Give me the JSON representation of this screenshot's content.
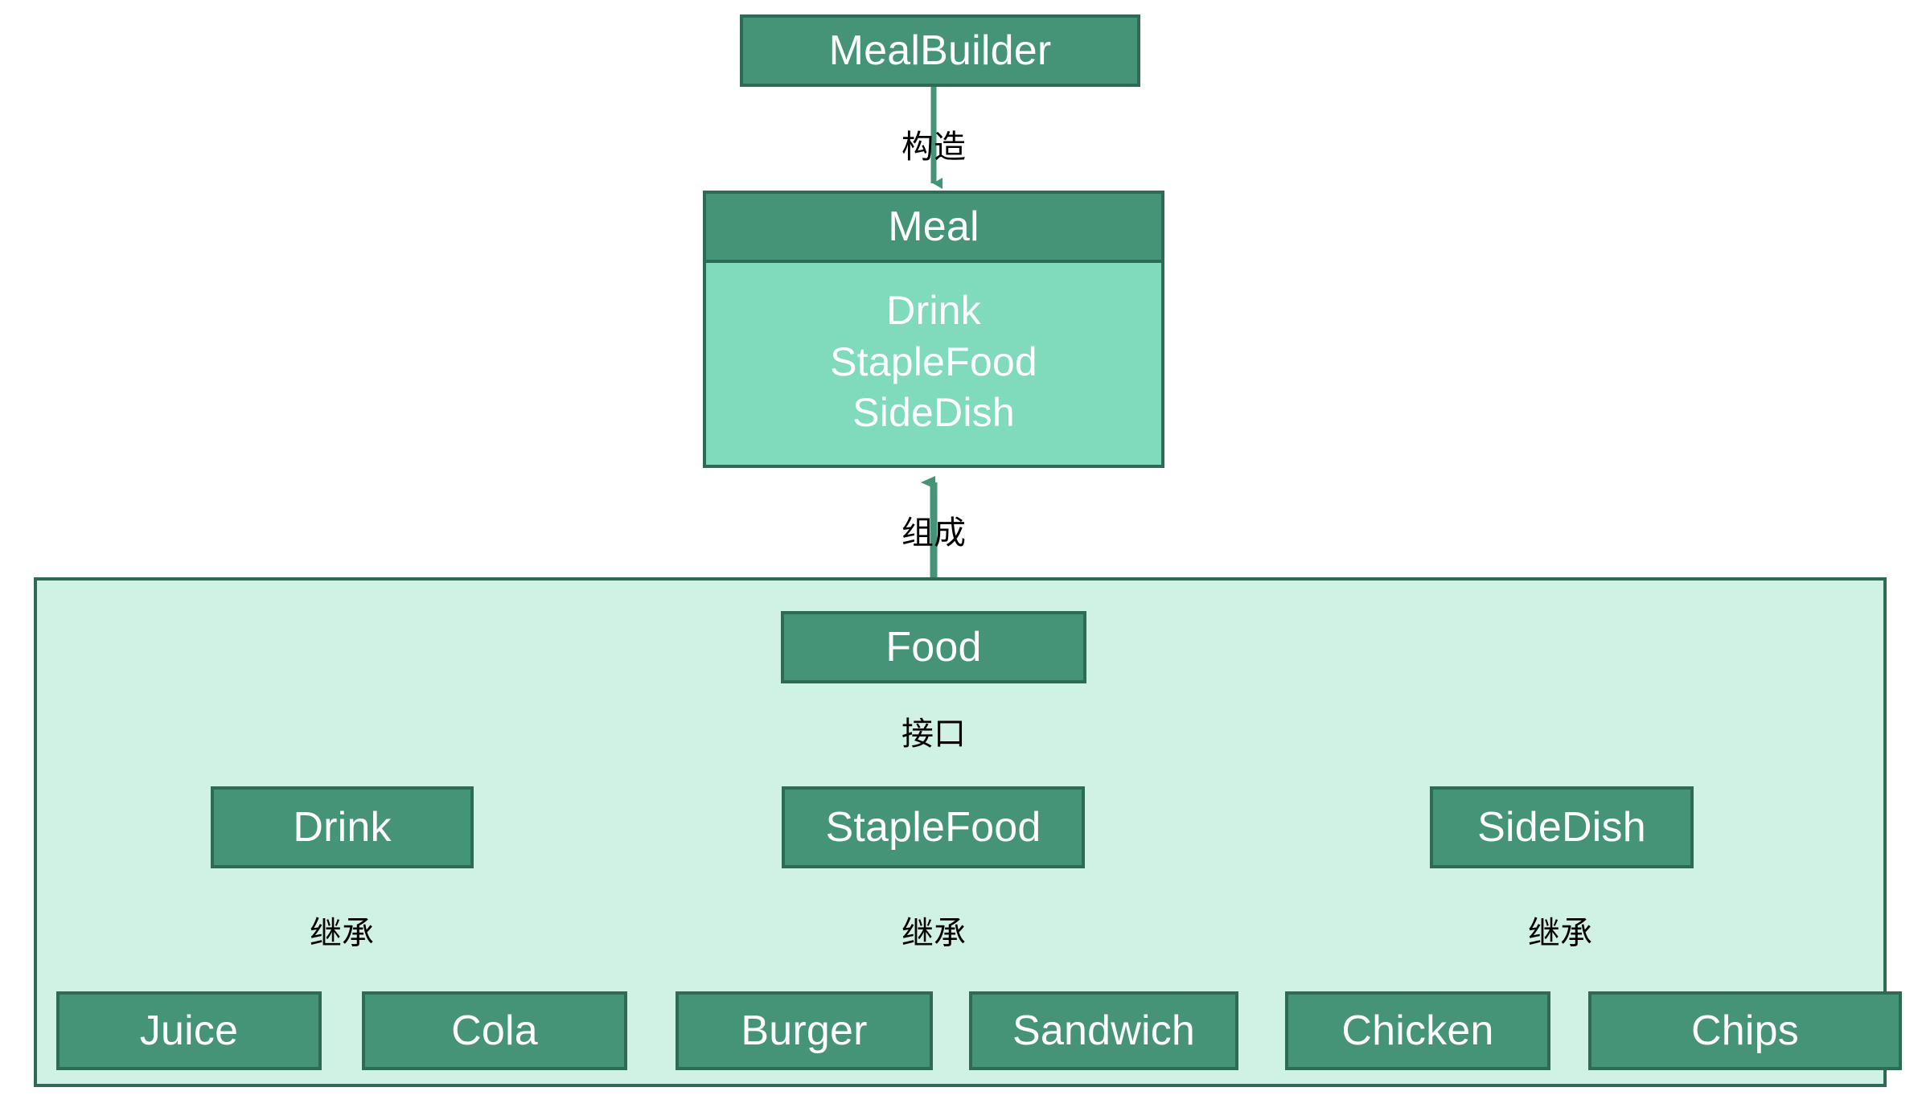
{
  "diagram": {
    "title_node": "MealBuilder",
    "colors": {
      "node_fill": "#459478",
      "node_border": "#2E6B55",
      "composite_body_fill": "#7FDBBC",
      "group_fill": "#D0F2E4",
      "inherit_line": "#8FBC55",
      "compose_line": "#459478",
      "node_text": "#FFFFFF",
      "label_text": "#000000",
      "background": "#FFFFFF"
    },
    "nodes": {
      "builder": {
        "label": "MealBuilder"
      },
      "meal": {
        "label": "Meal",
        "attributes": [
          "Drink",
          "StapleFood",
          "SideDish"
        ]
      },
      "food": {
        "label": "Food"
      },
      "interfaces": [
        {
          "label": "Drink"
        },
        {
          "label": "StapleFood"
        },
        {
          "label": "SideDish"
        }
      ],
      "implementations": [
        {
          "label": "Juice",
          "parent": "Drink"
        },
        {
          "label": "Cola",
          "parent": "Drink"
        },
        {
          "label": "Burger",
          "parent": "StapleFood"
        },
        {
          "label": "Sandwich",
          "parent": "StapleFood"
        },
        {
          "label": "Chicken",
          "parent": "SideDish"
        },
        {
          "label": "Chips",
          "parent": "SideDish"
        }
      ]
    },
    "edge_labels": {
      "build": "构造",
      "compose": "组成",
      "interface": "接口",
      "inherit_drink": "继承",
      "inherit_staple": "继承",
      "inherit_side": "继承"
    }
  }
}
